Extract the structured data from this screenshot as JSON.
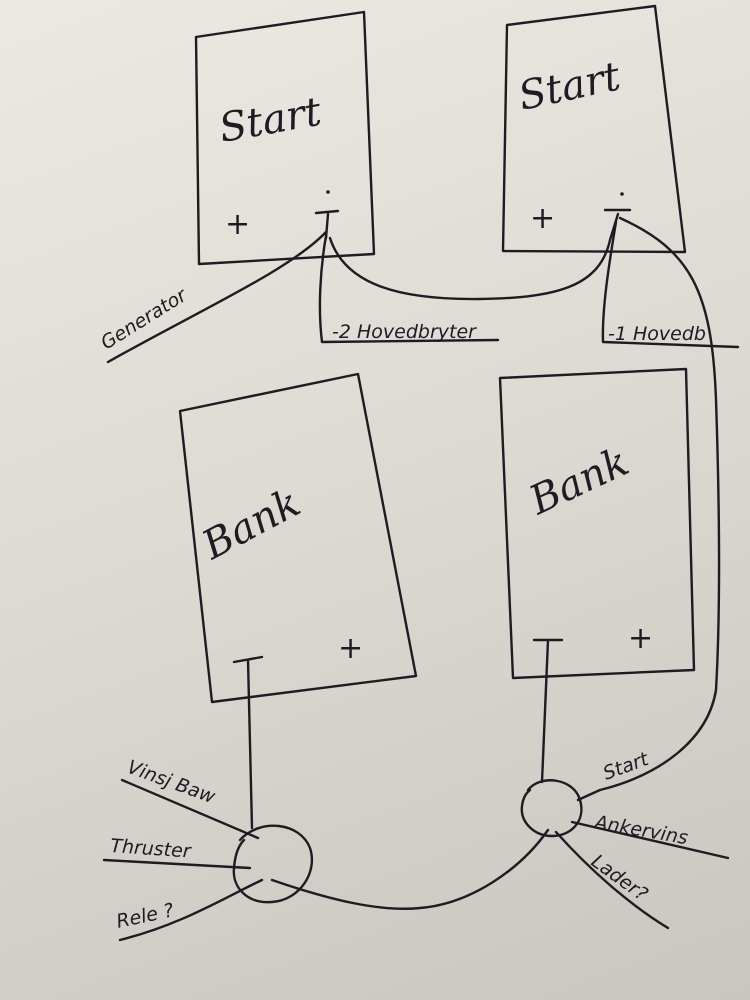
{
  "batteries": {
    "start_left": {
      "label": "Start",
      "plus": "+",
      "minus": "-"
    },
    "start_right": {
      "label": "Start",
      "plus": "+",
      "minus": "-"
    },
    "bank_left": {
      "label": "Bank",
      "plus": "+",
      "minus": "-"
    },
    "bank_right": {
      "label": "Bank",
      "plus": "+",
      "minus": "-"
    }
  },
  "wires": {
    "generator": "Generator",
    "main_switch_2": "-2 Hovedbryter",
    "main_switch_1": "-1 Hovedb",
    "winch_bow": "Vinsj Baw",
    "thruster": "Thruster",
    "relay": "Rele ?",
    "start": "Start",
    "anchor_winch": "Ankervins",
    "charger": "Lader?"
  },
  "colors": {
    "ink": "#1c1c22",
    "paper": "#e6e2dc",
    "background": "#6b6358"
  }
}
